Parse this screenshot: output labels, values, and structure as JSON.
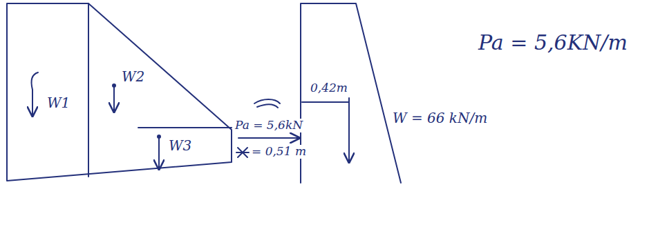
{
  "diagram": {
    "labels": [
      "W1",
      "W2",
      "W3",
      "Pa = 5,6kN",
      "= 0,51 m",
      "0,42m",
      "W = 66 kN/m",
      "Pa = 5,6KN/m"
    ]
  }
}
